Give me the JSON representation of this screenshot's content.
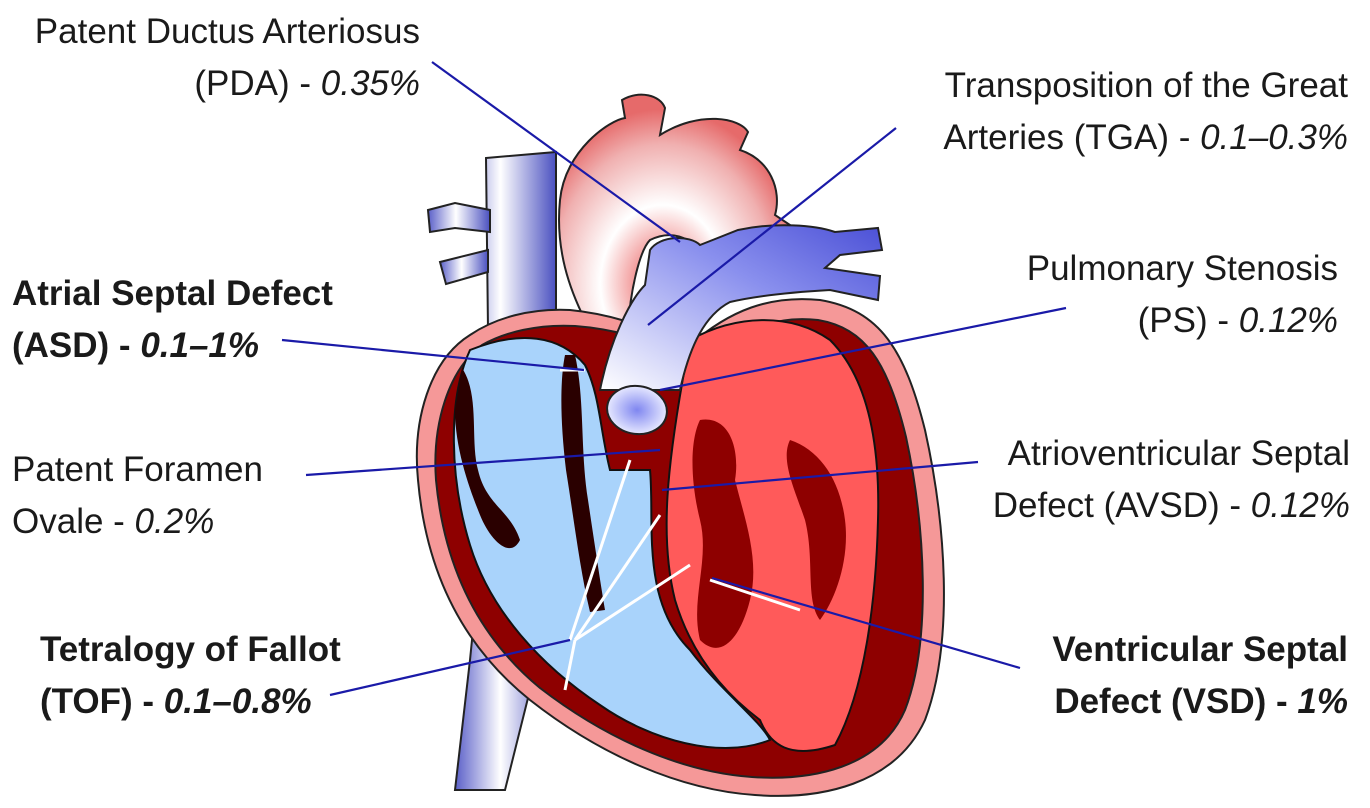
{
  "colors": {
    "leader_line": "#1a1aa8",
    "deoxygenated_chamber": "#a9d3fb",
    "oxygenated_chamber": "#ff5a5a",
    "myocardium_dark": "#8e0000",
    "pericardium": "#f59898",
    "vena_cava": "#6f76d8",
    "aorta": "#e85a5a"
  },
  "labels": {
    "pda": {
      "line1": "Patent Ductus Arteriosus",
      "line2_prefix": "(PDA) - ",
      "pct": "0.35%"
    },
    "tga": {
      "line1": "Transposition of the Great",
      "line2_prefix": "Arteries (TGA) - ",
      "pct": "0.1–0.3%"
    },
    "asd": {
      "line1": "Atrial Septal Defect",
      "line2_prefix": "(ASD) - ",
      "pct": "0.1–1%"
    },
    "ps": {
      "line1": "Pulmonary Stenosis",
      "line2_prefix": "(PS) - ",
      "pct": "0.12%"
    },
    "pfo": {
      "line1": "Patent Foramen",
      "line2_prefix": "Ovale - ",
      "pct": "0.2%"
    },
    "avsd": {
      "line1": "Atrioventricular Septal",
      "line2_prefix": "Defect (AVSD) - ",
      "pct": "0.12%"
    },
    "tof": {
      "line1": "Tetralogy of Fallot",
      "line2_prefix": "(TOF) - ",
      "pct": "0.1–0.8%"
    },
    "vsd": {
      "line1": "Ventricular Septal",
      "line2_prefix": "Defect (VSD) - ",
      "pct": "1%"
    }
  }
}
